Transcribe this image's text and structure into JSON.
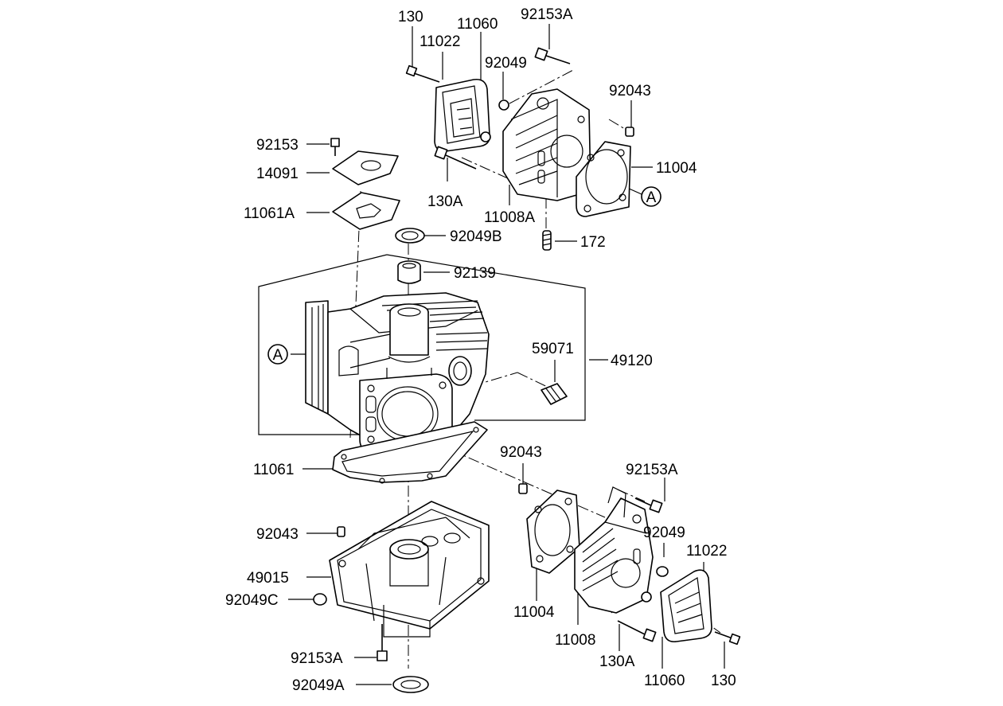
{
  "labels": {
    "l130_top": "130",
    "l11022_top": "11022",
    "l11060_top": "11060",
    "l92153A_top": "92153A",
    "l92049_top": "92049",
    "l92043_top": "92043",
    "l92153": "92153",
    "l14091": "14091",
    "l11004_top": "11004",
    "lA_right": "A",
    "l130A_top": "130A",
    "l11008A": "11008A",
    "l11061A": "11061A",
    "l92049B": "92049B",
    "l172": "172",
    "l92139": "92139",
    "lA_left": "A",
    "l59071": "59071",
    "l49120": "49120",
    "l92043_mid": "92043",
    "l11061": "11061",
    "l92153A_right": "92153A",
    "l92049_right": "92049",
    "l92043_left": "92043",
    "l11022_right": "11022",
    "l49015": "49015",
    "l92049C": "92049C",
    "l11004_bottom": "11004",
    "l11008": "11008",
    "l130A_bottom": "130A",
    "l92153A_bottom": "92153A",
    "l11060_bottom": "11060",
    "l130_bottom": "130",
    "l92049A": "92049A"
  }
}
